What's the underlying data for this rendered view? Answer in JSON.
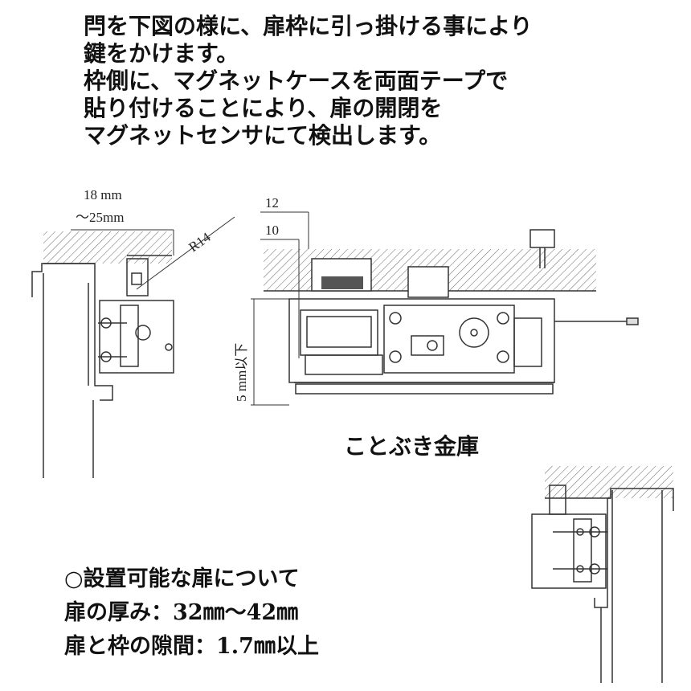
{
  "description_lines": [
    "閂を下図の様に、扉枠に引っ掛ける事により",
    "鍵をかけます。",
    "枠側に、マグネットケースを両面テープで",
    "貼り付けることにより、扉の開閉を",
    "マグネットセンサにて検出します。"
  ],
  "dimensions": {
    "left_range_top": "18 mm",
    "left_range_bottom": "～25mm",
    "radius": "R14",
    "gap_outer": "12",
    "gap_inner": "10",
    "height_limit": "5 mm以下"
  },
  "manufacturer": "ことぶき金庫",
  "specs": {
    "heading": "○設置可能な扉について",
    "thickness": "扉の厚み：32㎜～42㎜",
    "gap": "扉と枠の隙間：1.7㎜以上"
  }
}
